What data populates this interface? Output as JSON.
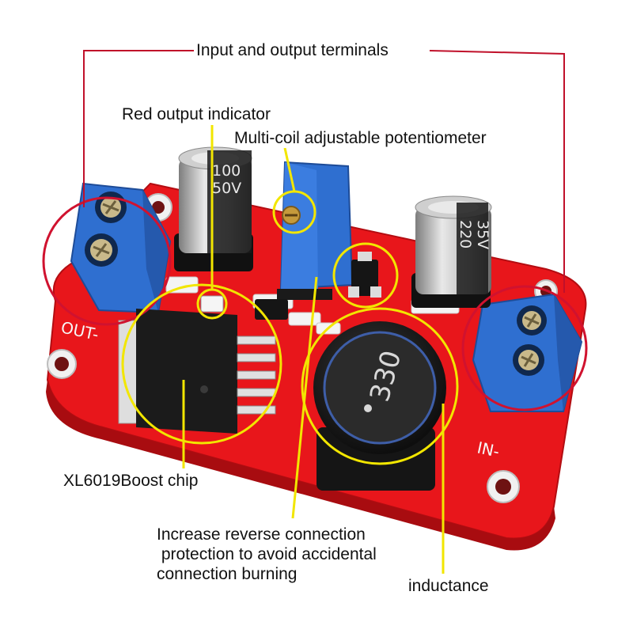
{
  "labels": {
    "terminals": "Input and output terminals",
    "indicator": "Red output indicator",
    "potentiometer": "Multi-coil adjustable potentiometer",
    "chip": "XL6019Boost chip",
    "protection": "Increase reverse connection\n protection to avoid accidental\nconnection burning",
    "inductance": "inductance"
  },
  "board_marks": {
    "out": "OUT-",
    "in": "IN-",
    "cap_left_value": "100",
    "cap_left_voltage": "50V",
    "cap_right_value": "220",
    "cap_right_voltage": "35V",
    "inductor_code": "330"
  },
  "colors": {
    "board": "#e8161b",
    "terminal_block": "#2f6fd0",
    "callout_red": "#d0122f",
    "callout_yellow": "#f2e600",
    "leader_red": "#c0102a"
  }
}
